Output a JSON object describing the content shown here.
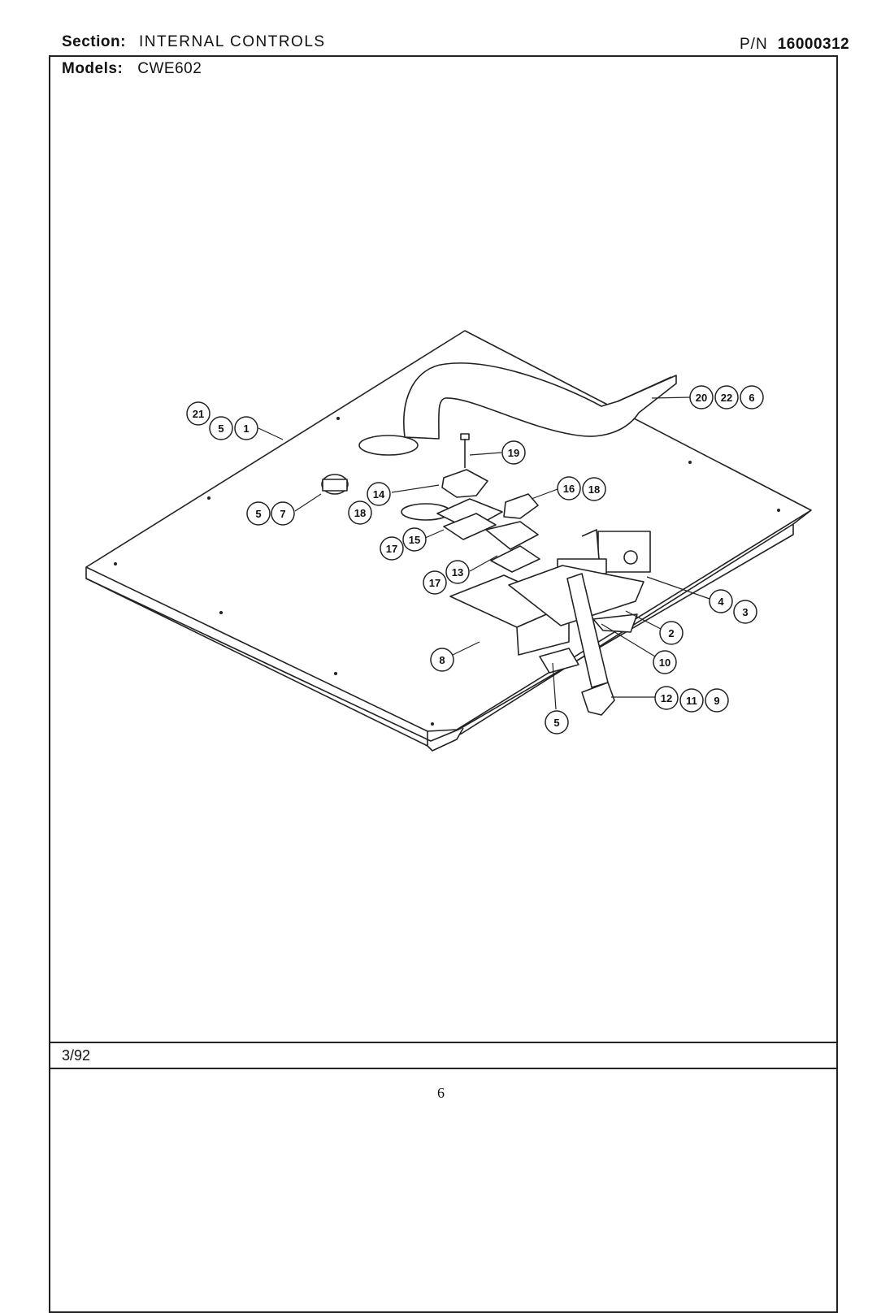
{
  "header": {
    "section_label": "Section:",
    "section_value": "INTERNAL CONTROLS",
    "pn_label": "P/N",
    "pn_value": "16000312",
    "models_label": "Models:",
    "models_value": "CWE602"
  },
  "footer": {
    "date": "3/92",
    "page_number": "6"
  },
  "callouts": [
    {
      "id": "c-21",
      "label": "21"
    },
    {
      "id": "c-5a",
      "label": "5"
    },
    {
      "id": "c-1",
      "label": "1"
    },
    {
      "id": "c-20",
      "label": "20"
    },
    {
      "id": "c-22",
      "label": "22"
    },
    {
      "id": "c-6",
      "label": "6"
    },
    {
      "id": "c-19",
      "label": "19"
    },
    {
      "id": "c-5b",
      "label": "5"
    },
    {
      "id": "c-7",
      "label": "7"
    },
    {
      "id": "c-14",
      "label": "14"
    },
    {
      "id": "c-18a",
      "label": "18"
    },
    {
      "id": "c-16",
      "label": "16"
    },
    {
      "id": "c-18b",
      "label": "18"
    },
    {
      "id": "c-17a",
      "label": "17"
    },
    {
      "id": "c-15",
      "label": "15"
    },
    {
      "id": "c-17b",
      "label": "17"
    },
    {
      "id": "c-13",
      "label": "13"
    },
    {
      "id": "c-4",
      "label": "4"
    },
    {
      "id": "c-3",
      "label": "3"
    },
    {
      "id": "c-2",
      "label": "2"
    },
    {
      "id": "c-10",
      "label": "10"
    },
    {
      "id": "c-8",
      "label": "8"
    },
    {
      "id": "c-12",
      "label": "12"
    },
    {
      "id": "c-11",
      "label": "11"
    },
    {
      "id": "c-9",
      "label": "9"
    },
    {
      "id": "c-5c",
      "label": "5"
    }
  ]
}
